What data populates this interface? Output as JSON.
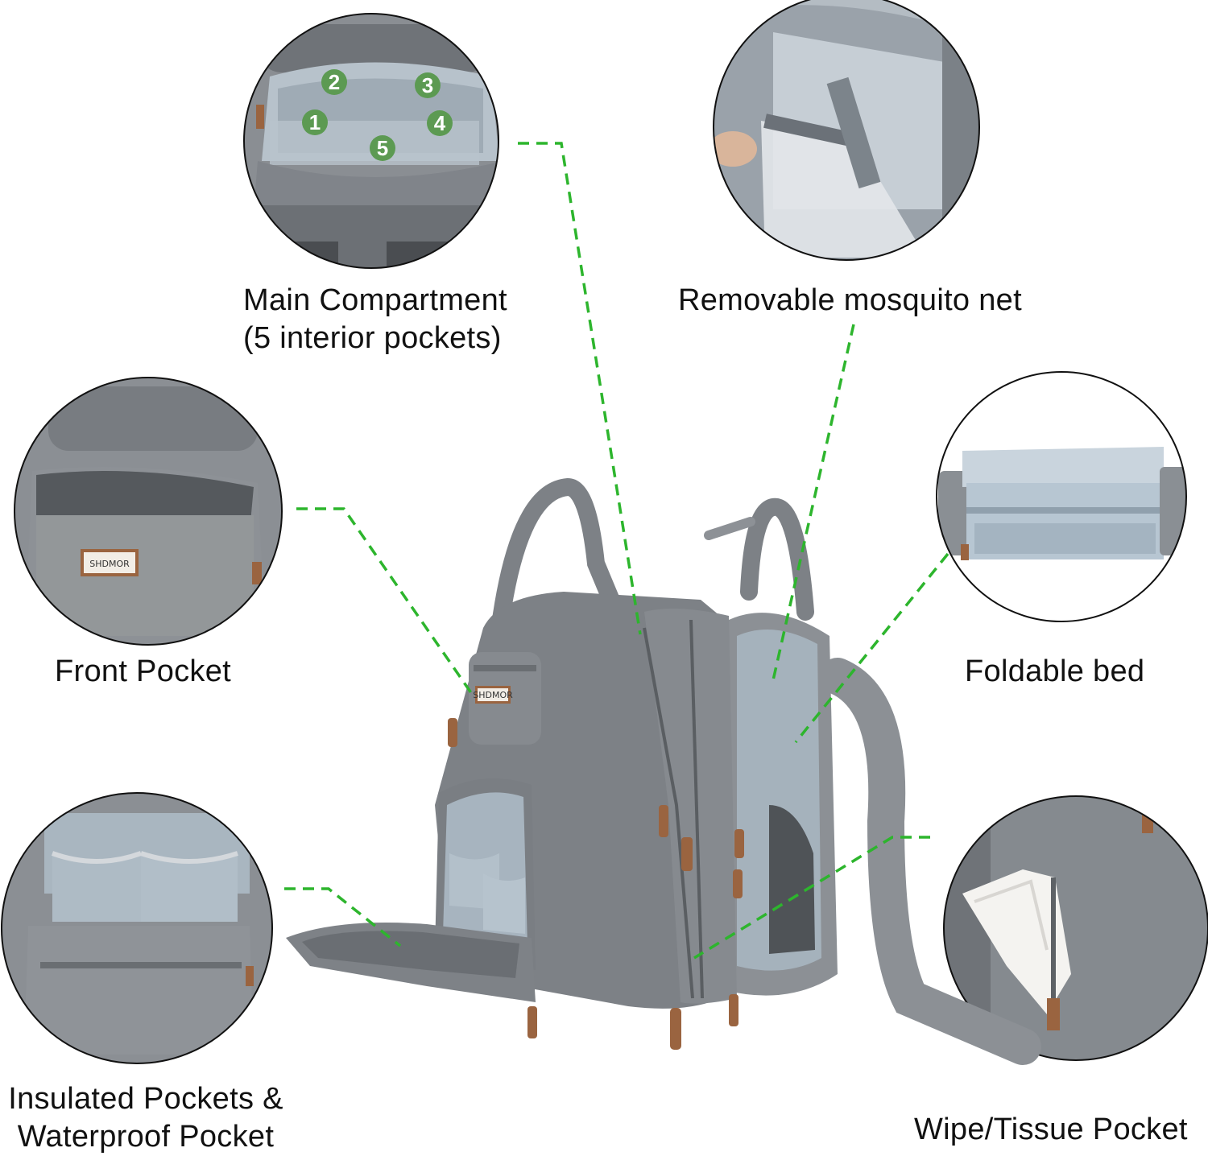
{
  "labels": {
    "main_line1": "Main Compartment",
    "main_line2": "(5 interior pockets)",
    "mosquito": "Removable mosquito net",
    "front": "Front Pocket",
    "bed": "Foldable bed",
    "insulated_line1": "Insulated Pockets &",
    "insulated_line2": "Waterproof Pocket",
    "wipe": "Wipe/Tissue Pocket"
  },
  "pocket_numbers": [
    "1",
    "2",
    "3",
    "4",
    "5"
  ],
  "brand": "SHDMOR",
  "colors": {
    "leader_line": "#2db52d",
    "fabric": "#7d8186",
    "lining": "#a9b6c0",
    "leather_tab": "#9a6440",
    "number_badge": "#5c9a52"
  }
}
